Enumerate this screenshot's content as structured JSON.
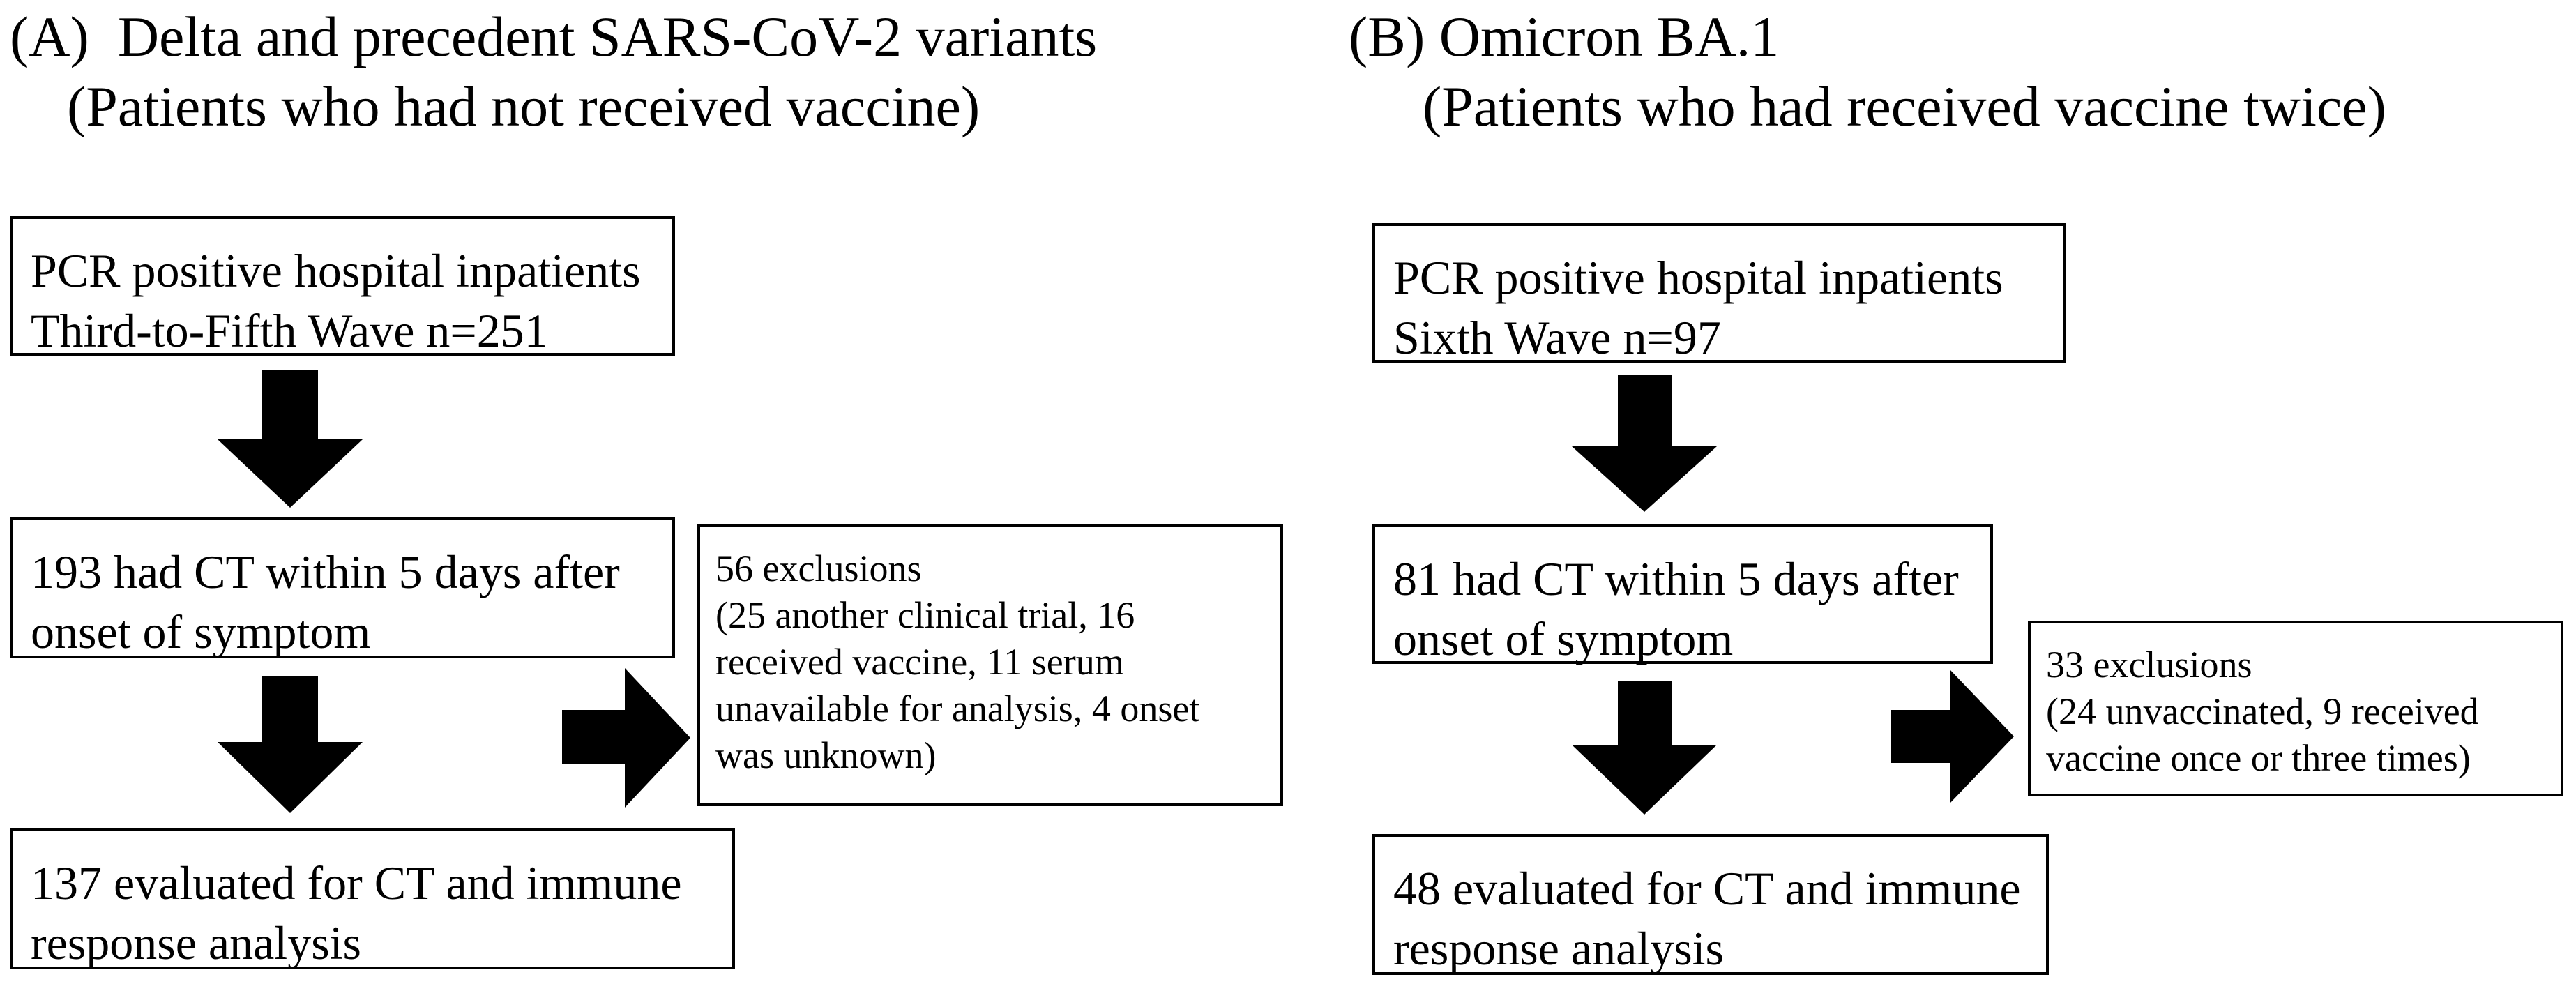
{
  "panel_a": {
    "title_line1": "(A)  Delta and precedent SARS-CoV-2 variants",
    "title_line2": "(Patients who had not received vaccine)",
    "box1": [
      "PCR positive hospital inpatients",
      "Third-to-Fifth Wave n=251"
    ],
    "box2": [
      "193 had CT within 5 days after",
      "onset of symptom"
    ],
    "box3": [
      "137 evaluated for CT and immune",
      "response analysis"
    ],
    "exclusion": [
      "56 exclusions",
      "(25 another clinical trial, 16",
      "received vaccine, 11 serum",
      "unavailable for analysis, 4 onset",
      "was unknown)"
    ]
  },
  "panel_b": {
    "title_line1": "(B) Omicron BA.1",
    "title_line2": "(Patients who had received vaccine twice)",
    "box1": [
      "PCR positive hospital inpatients",
      "Sixth Wave n=97"
    ],
    "box2": [
      "81 had CT within 5 days after",
      "onset of symptom"
    ],
    "box3": [
      "48 evaluated for CT and immune",
      "response analysis"
    ],
    "exclusion": [
      "33 exclusions",
      "(24 unvaccinated, 9 received",
      "vaccine once or three times)"
    ]
  }
}
